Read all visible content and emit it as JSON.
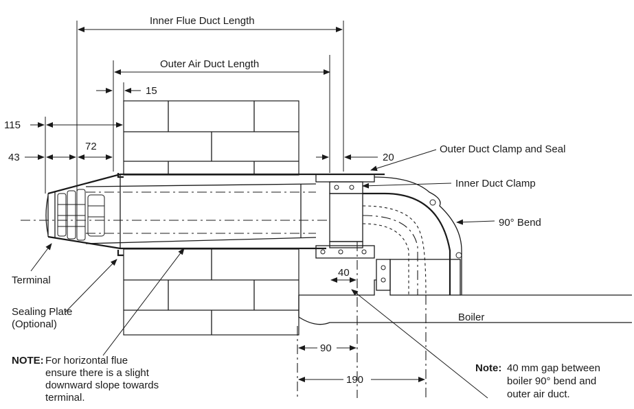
{
  "dimensions": {
    "inner_flue_duct_length": "Inner Flue Duct Length",
    "outer_air_duct_length": "Outer Air Duct Length",
    "d15": "15",
    "d115": "115",
    "d43": "43",
    "d72": "72",
    "d20": "20",
    "d40": "40",
    "d90": "90",
    "d190": "190"
  },
  "labels": {
    "outer_duct_clamp": "Outer Duct Clamp and Seal",
    "inner_duct_clamp": "Inner Duct Clamp",
    "bend": "90° Bend",
    "terminal": "Terminal",
    "sealing_plate_1": "Sealing Plate",
    "sealing_plate_2": "(Optional)",
    "boiler": "Boiler"
  },
  "notes": {
    "note_left_head": "NOTE:",
    "note_left_l1": "For horizontal flue",
    "note_left_l2": "ensure there is a slight",
    "note_left_l3": "downward slope towards",
    "note_left_l4": "terminal.",
    "note_right_head": "Note:",
    "note_right_l1": "40 mm gap between",
    "note_right_l2": "boiler 90° bend and",
    "note_right_l3": "outer air duct."
  }
}
